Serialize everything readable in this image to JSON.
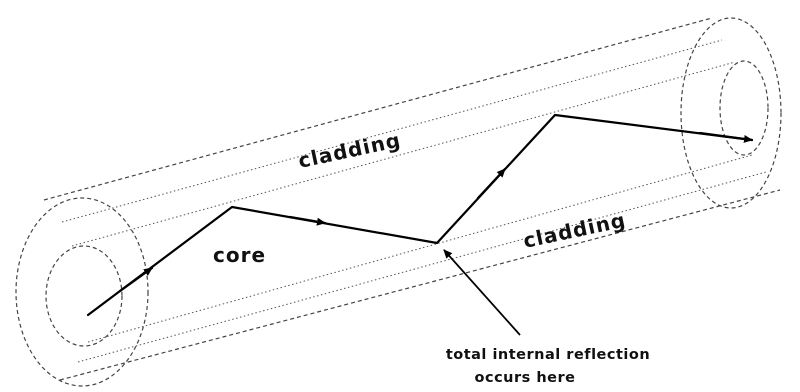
{
  "labels": {
    "cladding_top": "cladding",
    "cladding_bottom": "cladding",
    "core": "core",
    "reflection_line1": "total internal reflection",
    "reflection_line2": "occurs here"
  }
}
